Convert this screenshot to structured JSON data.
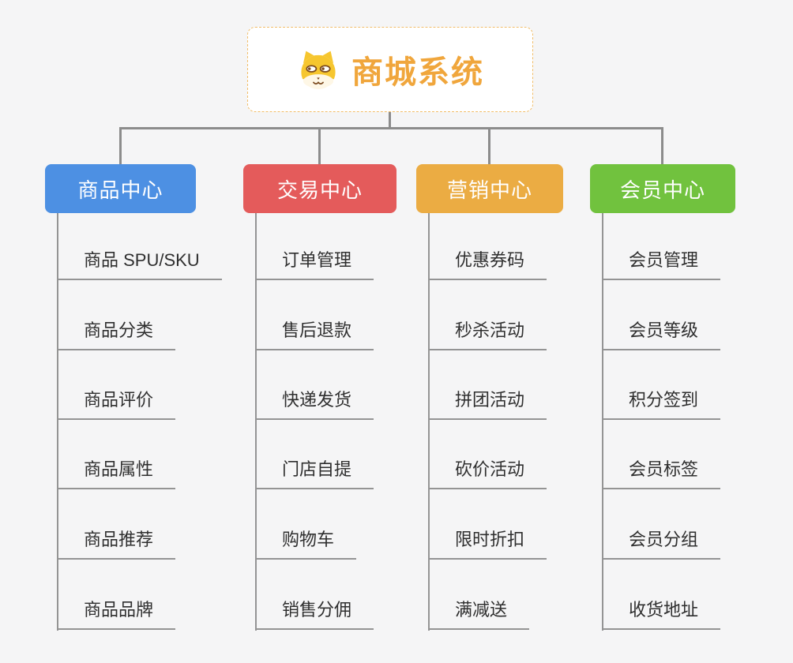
{
  "root": {
    "title": "商城系统",
    "icon": "doge-icon"
  },
  "colors": {
    "background": "#f5f5f6",
    "root_text": "#f0a63c",
    "root_border": "#f1bd69",
    "connector": "#8c8c8c",
    "leaf_line": "#949494",
    "leaf_text": "#2f2f2f",
    "branch_product": "#4d90e3",
    "branch_trade": "#e45b5b",
    "branch_marketing": "#ebac43",
    "branch_member": "#71c23e"
  },
  "branches": [
    {
      "label": "商品中心",
      "color": "#4d90e3",
      "items": [
        "商品 SPU/SKU",
        "商品分类",
        "商品评价",
        "商品属性",
        "商品推荐",
        "商品品牌"
      ]
    },
    {
      "label": "交易中心",
      "color": "#e45b5b",
      "items": [
        "订单管理",
        "售后退款",
        "快递发货",
        "门店自提",
        "购物车",
        "销售分佣"
      ]
    },
    {
      "label": "营销中心",
      "color": "#ebac43",
      "items": [
        "优惠券码",
        "秒杀活动",
        "拼团活动",
        "砍价活动",
        "限时折扣",
        "满减送"
      ]
    },
    {
      "label": "会员中心",
      "color": "#71c23e",
      "items": [
        "会员管理",
        "会员等级",
        "积分签到",
        "会员标签",
        "会员分组",
        "收货地址"
      ]
    }
  ]
}
